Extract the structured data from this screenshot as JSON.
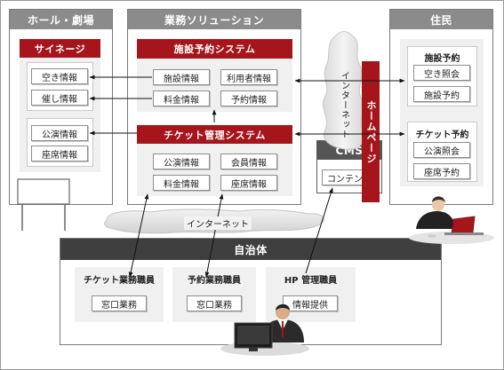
{
  "hall": {
    "title": "ホール・劇場",
    "signage": {
      "title": "サイネージ",
      "items": [
        "空き情報",
        "催し情報",
        "公演情報",
        "座席情報"
      ]
    }
  },
  "business": {
    "title": "業務ソリューション",
    "facility_system": {
      "title": "施設予約システム",
      "items": [
        "施設情報",
        "利用者情報",
        "料金情報",
        "予約情報"
      ]
    },
    "ticket_system": {
      "title": "チケット管理システム",
      "items": [
        "公演情報",
        "会員情報",
        "料金情報",
        "座席情報"
      ]
    }
  },
  "residents": {
    "title": "住民",
    "facility_reservation": {
      "title": "施設予約",
      "items": [
        "空き照会",
        "施設予約"
      ]
    },
    "ticket_reservation": {
      "title": "チケット予約",
      "items": [
        "公演照会",
        "座席予約"
      ]
    }
  },
  "internet_vertical": "インターネット",
  "homepage": "ホームページ",
  "cms": {
    "title": "CMS",
    "content": "コンテンツ"
  },
  "internet_horizontal": "インターネット",
  "municipality": {
    "title": "自治体",
    "staff": [
      {
        "title": "チケット業務職員",
        "task": "窓口業務"
      },
      {
        "title": "予約業務職員",
        "task": "窓口業務"
      },
      {
        "title": "HP 管理職員",
        "task": "情報提供"
      }
    ]
  },
  "colors": {
    "accent_red": "#a5151b",
    "header_gray": "#8b8b8b",
    "header_dark": "#3f3f3f"
  }
}
